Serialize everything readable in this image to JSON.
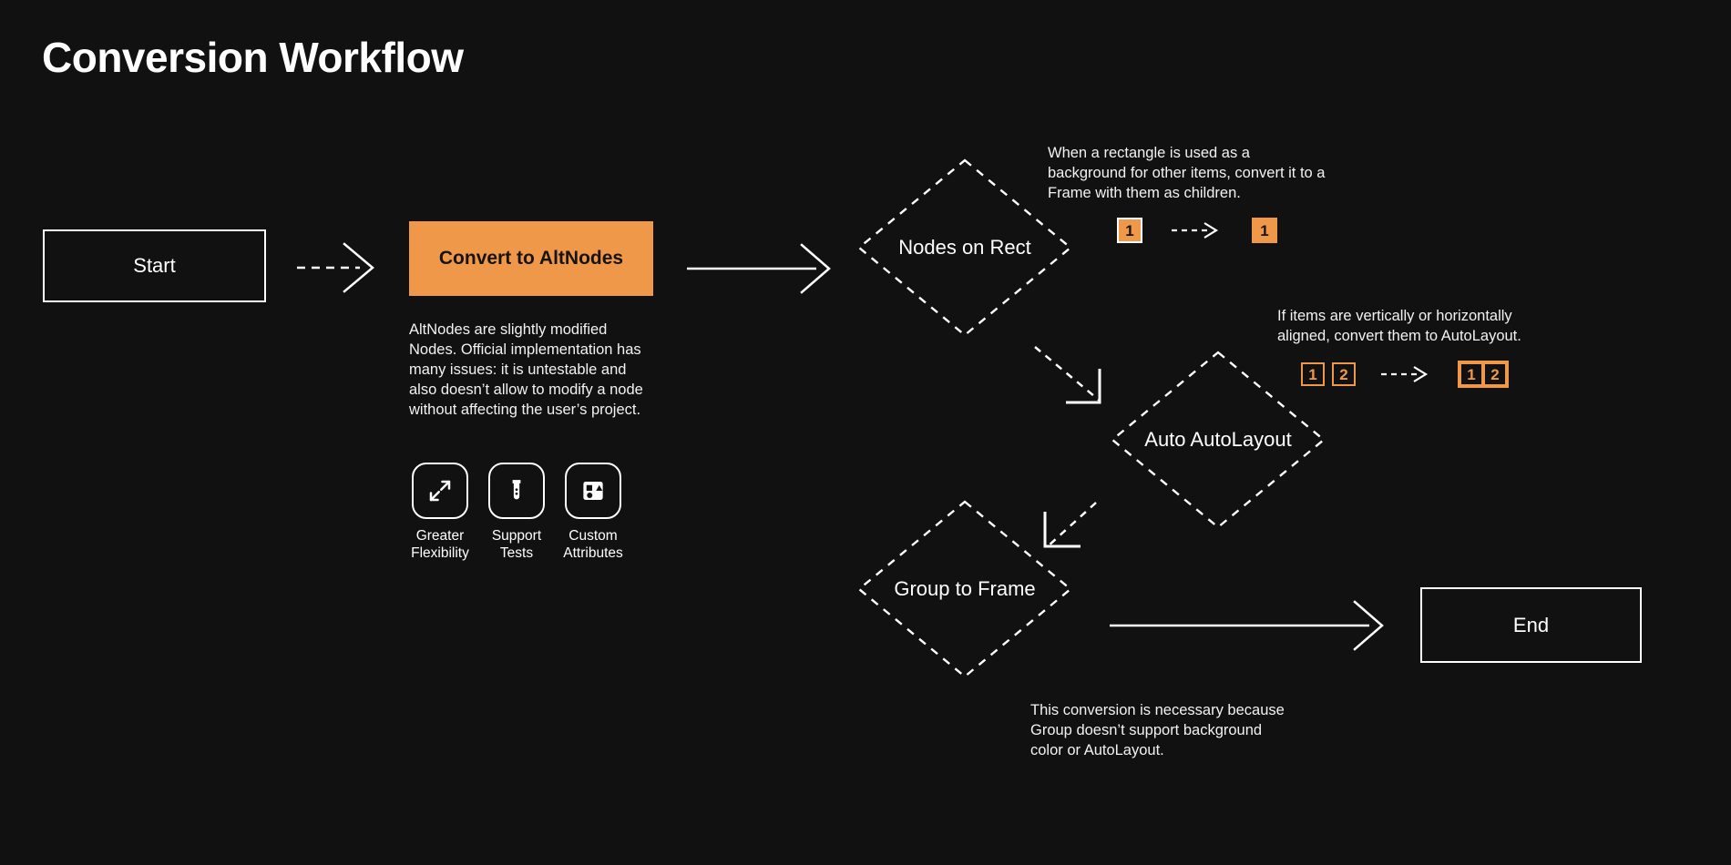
{
  "page": {
    "title": "Conversion Workflow",
    "background": "#111111",
    "accent": "#F0984A",
    "stroke": "#FFFFFF"
  },
  "nodes": {
    "start": {
      "label": "Start",
      "shape": "rectangle"
    },
    "convert": {
      "label": "Convert to AltNodes",
      "shape": "rectangle-filled",
      "fill": "#F0984A"
    },
    "nodes_on_rect": {
      "label": "Nodes on Rect",
      "shape": "diamond-dashed"
    },
    "auto_autolayout": {
      "label": "Auto AutoLayout",
      "shape": "diamond-dashed"
    },
    "group_to_frame": {
      "label": "Group to Frame",
      "shape": "diamond-dashed"
    },
    "end": {
      "label": "End",
      "shape": "rectangle"
    }
  },
  "convert_details": {
    "description": "AltNodes are slightly modified Nodes. Official implementation has many issues: it is untestable and also doesn’t allow to modify a node without affecting the user’s project.",
    "features": [
      {
        "icon": "expand-arrows-icon",
        "caption": "Greater\nFlexibility"
      },
      {
        "icon": "test-tube-icon",
        "caption": "Support\nTests"
      },
      {
        "icon": "custom-shapes-icon",
        "caption": "Custom\nAttributes"
      }
    ]
  },
  "notes": {
    "nodes_on_rect": "When a rectangle is used as a background for other items, convert it to a Frame with them as children.",
    "auto_autolayout": "If items are vertically or horizontally aligned, convert them to AutoLayout.",
    "group_to_frame": "This conversion is necessary because Group doesn’t support background color or AutoLayout."
  },
  "annotations": {
    "nodes_on_rect": {
      "before": [
        {
          "label": "1",
          "style": "solid-white"
        }
      ],
      "after": [
        {
          "label": "1",
          "style": "solid-orange"
        }
      ],
      "arrow": "dashed-arrow-icon"
    },
    "auto_autolayout": {
      "before": [
        {
          "label": "1",
          "style": "outline"
        },
        {
          "label": "2",
          "style": "outline"
        }
      ],
      "after_group": [
        {
          "label": "1",
          "style": "outline"
        },
        {
          "label": "2",
          "style": "outline"
        }
      ],
      "arrow": "dashed-arrow-icon"
    }
  },
  "connectors": [
    {
      "from": "start",
      "to": "convert",
      "style": "dashed"
    },
    {
      "from": "convert",
      "to": "nodes_on_rect",
      "style": "solid"
    },
    {
      "from": "nodes_on_rect",
      "to": "auto_autolayout",
      "style": "dashed-elbow"
    },
    {
      "from": "auto_autolayout",
      "to": "group_to_frame",
      "style": "dashed-elbow"
    },
    {
      "from": "group_to_frame",
      "to": "end",
      "style": "solid"
    }
  ]
}
